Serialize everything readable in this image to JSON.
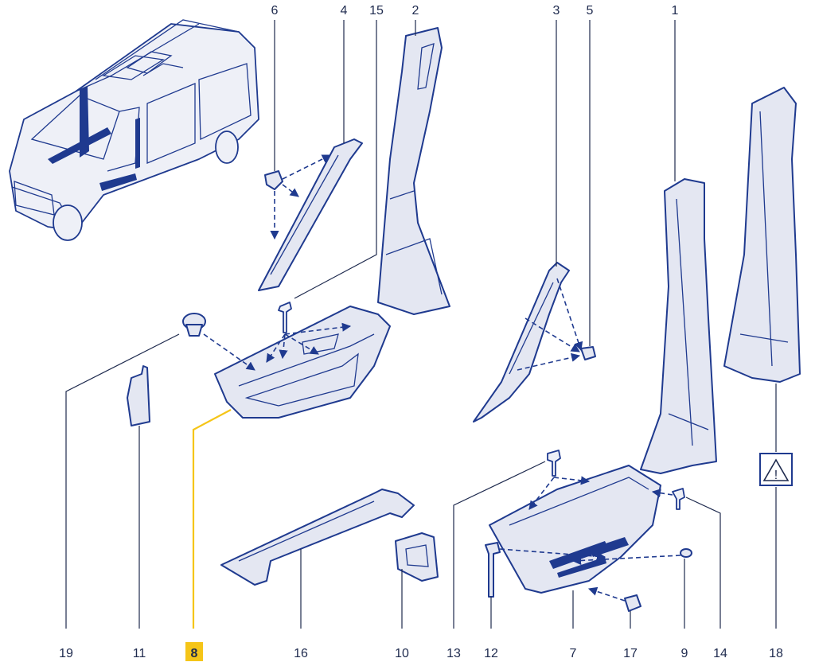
{
  "callouts": [
    {
      "id": "6",
      "label": "6"
    },
    {
      "id": "4",
      "label": "4"
    },
    {
      "id": "15",
      "label": "15"
    },
    {
      "id": "2",
      "label": "2"
    },
    {
      "id": "3",
      "label": "3"
    },
    {
      "id": "5",
      "label": "5"
    },
    {
      "id": "1",
      "label": "1"
    },
    {
      "id": "19",
      "label": "19"
    },
    {
      "id": "11",
      "label": "11"
    },
    {
      "id": "8",
      "label": "8"
    },
    {
      "id": "16",
      "label": "16"
    },
    {
      "id": "10",
      "label": "10"
    },
    {
      "id": "13",
      "label": "13"
    },
    {
      "id": "12",
      "label": "12"
    },
    {
      "id": "7",
      "label": "7"
    },
    {
      "id": "17",
      "label": "17"
    },
    {
      "id": "9",
      "label": "9"
    },
    {
      "id": "14",
      "label": "14"
    },
    {
      "id": "18",
      "label": "18"
    }
  ],
  "highlighted_callout": "8",
  "warning_symbol": "!",
  "colors": {
    "line": "#1f3a8f",
    "fill": "#e4e7f2",
    "text": "#1e2a4e",
    "highlight": "#f5c518"
  }
}
